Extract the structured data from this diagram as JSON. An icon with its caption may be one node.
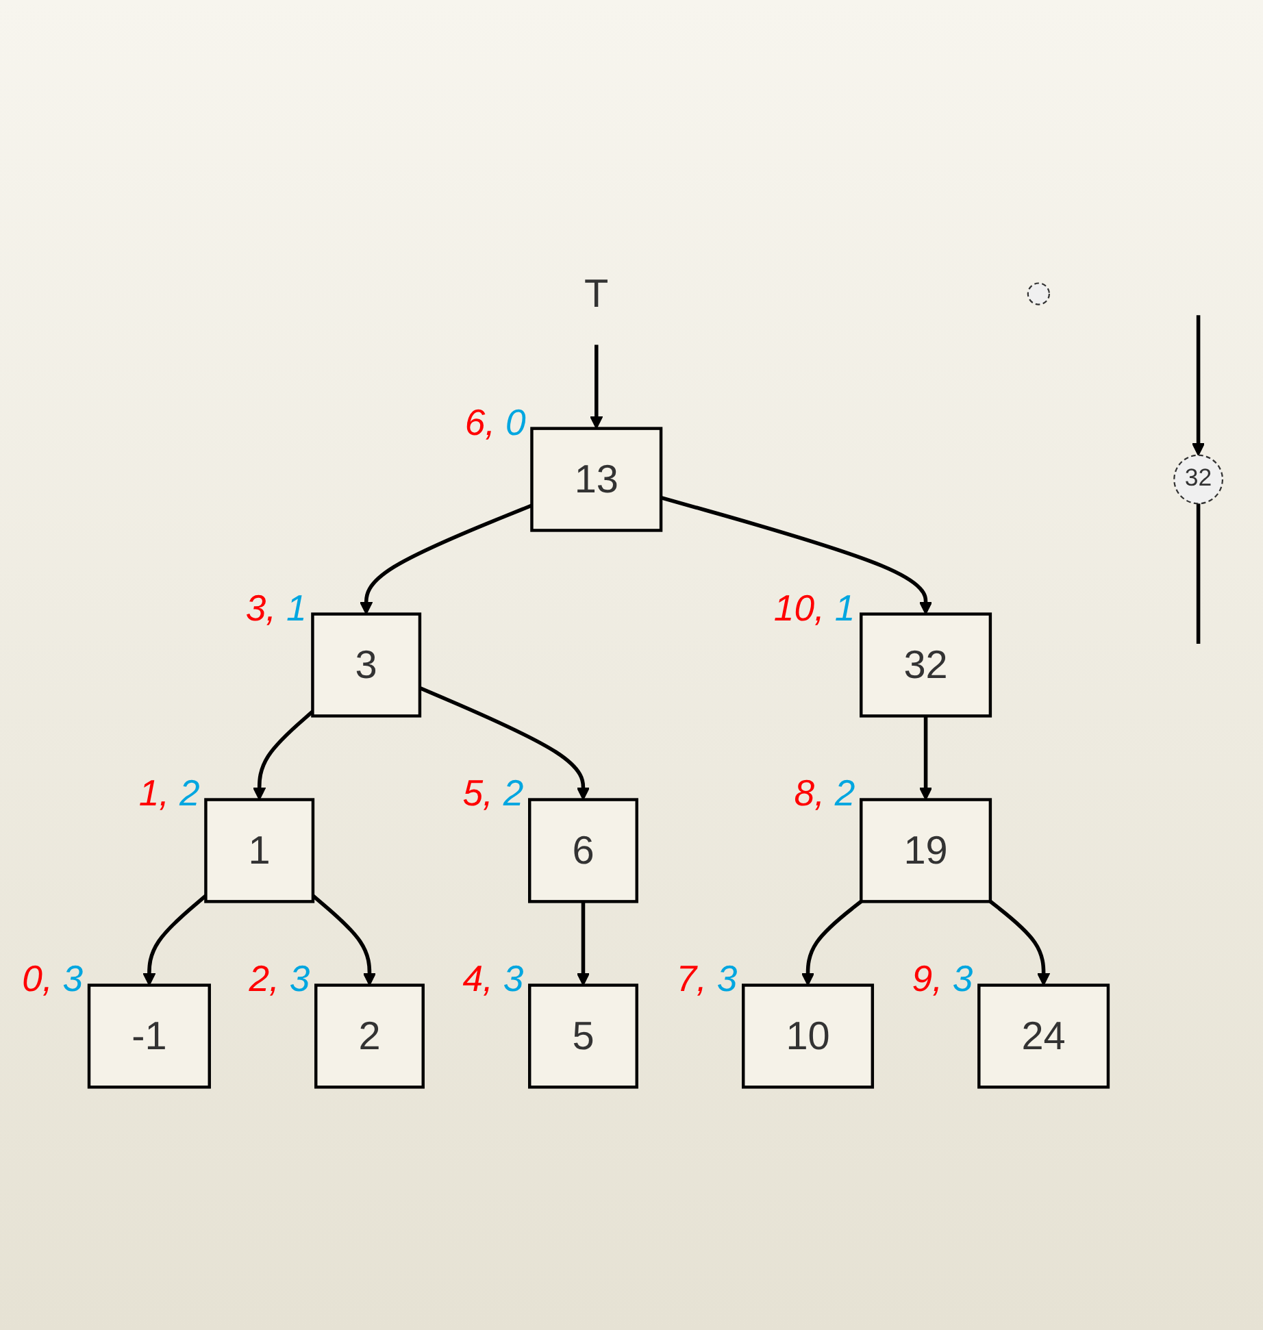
{
  "diagram": {
    "nodes": [
      {
        "text": [
          "T"
        ]
      },
      {
        "text": [
          "13"
        ],
        "beside": [
          "6, 0"
        ]
      },
      {
        "text": [
          "3"
        ],
        "beside": [
          "3, 1"
        ]
      },
      {
        "text": [
          "32"
        ],
        "beside": [
          "10, 1"
        ]
      },
      {
        "text": [
          "1"
        ],
        "beside": [
          "1, 2"
        ]
      },
      {
        "text": [
          "6"
        ],
        "beside": [
          "5, 2"
        ]
      },
      {
        "text": [
          "19"
        ],
        "beside": [
          "8, 2"
        ]
      },
      {
        "text": [
          "-1"
        ],
        "beside": [
          "0, 3"
        ]
      },
      {
        "text": [
          "2"
        ],
        "beside": [
          "2, 3"
        ]
      },
      {
        "text": [
          "5"
        ],
        "beside": [
          "4, 3"
        ]
      },
      {
        "text": [
          "10"
        ],
        "beside": [
          "7, 3"
        ]
      },
      {
        "text": [
          "24"
        ],
        "beside": [
          "9, 3"
        ]
      },
      {
        "text": [
          "32"
        ]
      },
      {
        "text": [],
        "shape": "circle"
      }
    ],
    "edges": [
      {
        "from": 0,
        "to": 1,
        "arrow": "to"
      },
      {
        "from": 1,
        "to": 2,
        "arrow": "to"
      },
      {
        "from": 1,
        "to": 3,
        "arrow": "to"
      },
      {
        "from": 2,
        "to": 4,
        "arrow": "to"
      },
      {
        "from": 2,
        "to": 5,
        "arrow": "to"
      },
      {
        "from": 3,
        "to": 6,
        "arrow": "to"
      },
      {
        "from": 4,
        "to": 7,
        "arrow": "to"
      },
      {
        "from": 4,
        "to": 8,
        "arrow": "to"
      },
      {
        "from": 5,
        "to": 9,
        "arrow": "to"
      },
      {
        "from": 6,
        "to": 10,
        "arrow": "to"
      },
      {
        "from": 6,
        "to": 11,
        "arrow": "to"
      },
      {
        "from": null,
        "to": 12,
        "arrow": "to"
      },
      {
        "from": 12,
        "to": null,
        "arrow": "none"
      }
    ]
  }
}
